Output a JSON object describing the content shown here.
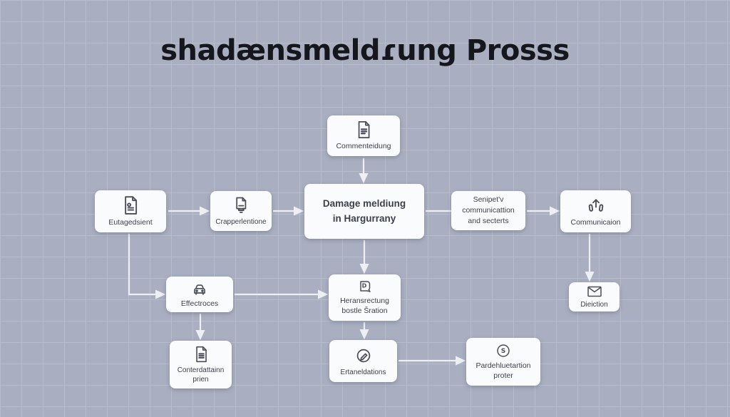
{
  "title": "shadænsmeldɾung Prosss",
  "nodes": {
    "commenteidung": {
      "label": "Commenteidung",
      "icon": "document-lines-icon"
    },
    "eutagedsient": {
      "label": "Eutagedsient",
      "icon": "document-seal-icon"
    },
    "crapperlentione": {
      "label": "Crapperlentione",
      "icon": "document-monitor-icon"
    },
    "damage_meldung": {
      "line1": "Damage meldiung",
      "line2": "in Hargurrany"
    },
    "senspetv": {
      "line1": "Senipet'v",
      "line2": "communicattion",
      "line3": "and secterts"
    },
    "communicaion": {
      "label": "Communicaion",
      "icon": "share-box-icon"
    },
    "dieiction": {
      "label": "Dieiction",
      "icon": "envelope-icon"
    },
    "effectroces": {
      "label": "Effectroces",
      "icon": "car-icon"
    },
    "heransrectung": {
      "line1": "Heransrectung",
      "line2": "bostle Šration",
      "icon": "photo-card-icon",
      "icon_glyph": "D"
    },
    "conterdattainn": {
      "line1": "Conterdattainn",
      "line2": "prien",
      "icon": "document-lines-icon"
    },
    "ertaneldations": {
      "label": "Ertaneldations",
      "icon": "pen-circle-icon"
    },
    "pardehluetartion": {
      "line1": "Pardehluetartion",
      "line2": "proter",
      "icon": "currency-circle-icon",
      "icon_glyph": "S"
    }
  },
  "colors": {
    "background": "#a9afc1",
    "grid_line": "#b8bdcc",
    "node_background": "#fafbfd",
    "node_text": "#3c404a",
    "icon_stroke": "#4a4e58",
    "arrow": "#edeff3",
    "title": "#15171c"
  }
}
